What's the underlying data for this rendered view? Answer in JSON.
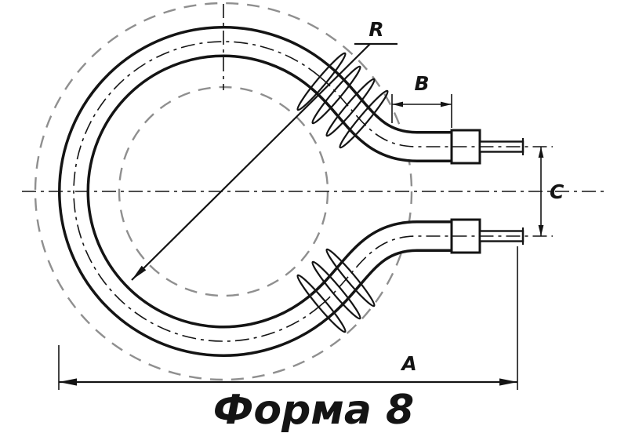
{
  "drawing": {
    "title": "Форма 8",
    "labels": {
      "R": "R",
      "B": "B",
      "C": "C",
      "A": "A"
    }
  },
  "colors": {
    "line": "#141414",
    "dashed_gray": "#8f8f8f",
    "background": "#ffffff"
  }
}
